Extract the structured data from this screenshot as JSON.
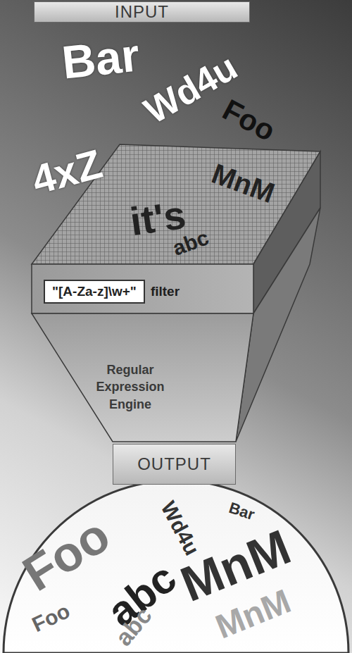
{
  "diagram": {
    "nodes": [
      {
        "text": [
          "INPUT"
        ]
      },
      {
        "text": [
          "Regular Expression Engine"
        ]
      },
      {
        "text": [
          "\"[A-Za-z]\\w+\"",
          "filter"
        ],
        "in": 1
      },
      {
        "text": [
          "OUTPUT"
        ]
      }
    ],
    "labels": [
      "Bar",
      "Wd4u",
      "Foo",
      "4xZ",
      "it's",
      "MnM",
      "abc",
      "Foo",
      "Wd4u",
      "Bar",
      "abc",
      "Foo",
      "abc",
      "MnM",
      "MnM"
    ]
  }
}
